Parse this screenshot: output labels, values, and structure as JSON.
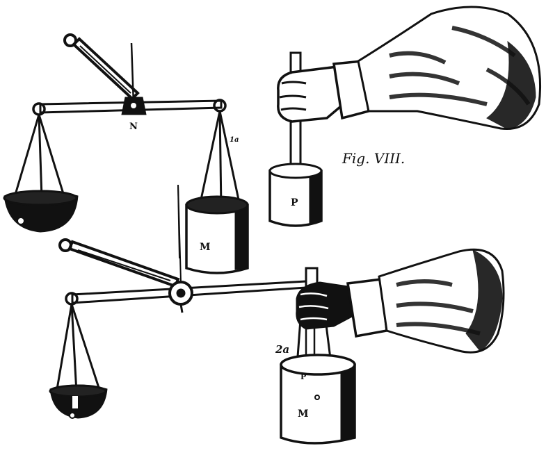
{
  "figure": {
    "caption": "Fig. VIII.",
    "labels": {
      "fulcrum_top": "N",
      "marker_top": "1a",
      "marker_bottom": "2a",
      "weight_top": "P",
      "weight_bottom": "P",
      "vessel_top": "M",
      "vessel_bottom": "M"
    }
  },
  "colors": {
    "ink": "#111111",
    "paper": "#ffffff"
  }
}
